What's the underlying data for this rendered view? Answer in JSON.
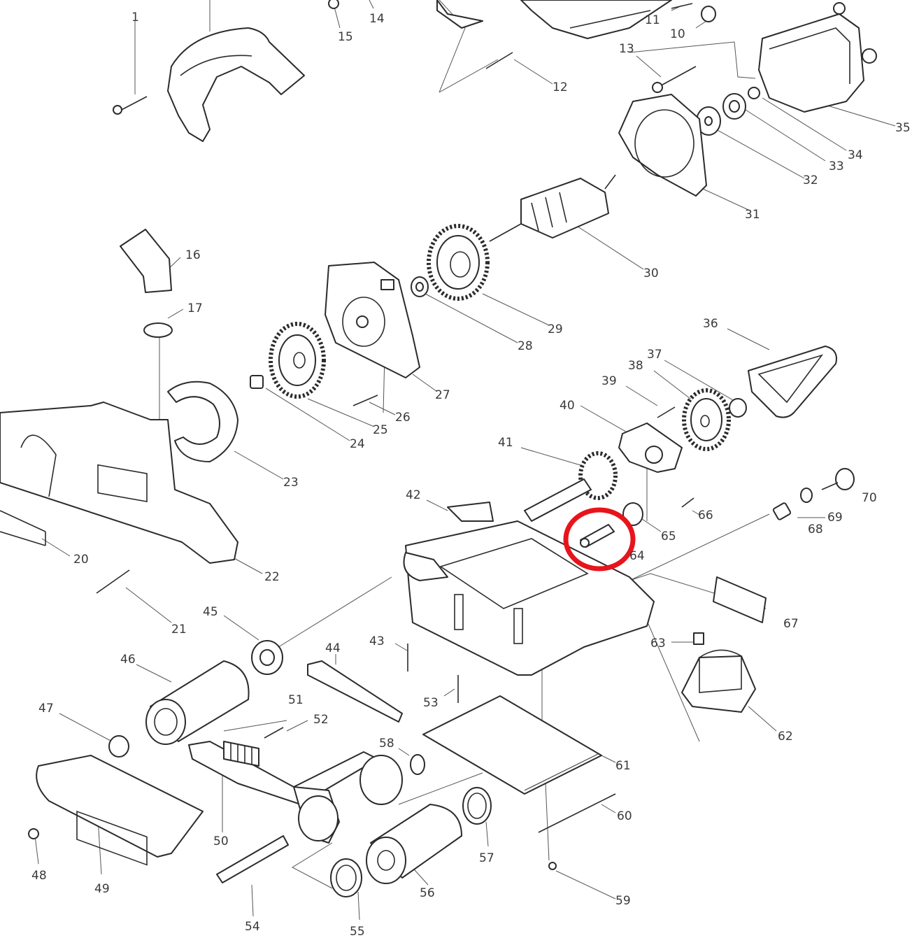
{
  "diagram": {
    "highlight_color": "#e8141b",
    "callouts": [
      "1",
      "10",
      "11",
      "12",
      "13",
      "14",
      "15",
      "16",
      "17",
      "20",
      "21",
      "22",
      "23",
      "24",
      "25",
      "26",
      "27",
      "28",
      "29",
      "30",
      "31",
      "32",
      "33",
      "34",
      "35",
      "36",
      "37",
      "38",
      "39",
      "40",
      "41",
      "42",
      "43",
      "44",
      "45",
      "46",
      "47",
      "48",
      "49",
      "50",
      "51",
      "52",
      "53",
      "53",
      "54",
      "55",
      "56",
      "57",
      "58",
      "59",
      "60",
      "61",
      "62",
      "63",
      "64",
      "65",
      "66",
      "67",
      "68",
      "69",
      "70"
    ]
  }
}
